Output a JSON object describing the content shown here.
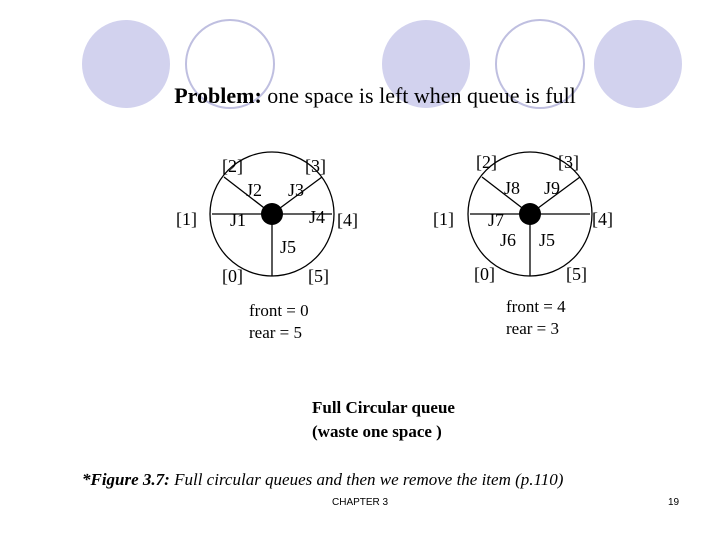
{
  "theme": {
    "circle_color": "#d2d2ee",
    "ring_color": "#bfbfe0"
  },
  "title": {
    "bold": "Problem:",
    "rest": " one space is left when queue is full"
  },
  "queue_left": {
    "indices": [
      "[0]",
      "[1]",
      "[2]",
      "[3]",
      "[4]",
      "[5]"
    ],
    "items": [
      "J1",
      "J2",
      "J3",
      "J4",
      "J5"
    ],
    "front": "front = 0",
    "rear": "rear = 5"
  },
  "queue_right": {
    "indices": [
      "[0]",
      "[1]",
      "[2]",
      "[3]",
      "[4]",
      "[5]"
    ],
    "items": [
      "J7",
      "J8",
      "J9",
      "J5",
      "J6"
    ],
    "front": "front = 4",
    "rear": "rear = 3"
  },
  "caption": {
    "line1": "Full Circular queue",
    "line2": "(waste one space )"
  },
  "figure_caption": {
    "label": "*Figure 3.7:",
    "text": " Full circular queues and then we remove the item (p.110)"
  },
  "footer": {
    "chapter": "CHAPTER 3",
    "page": "19"
  }
}
